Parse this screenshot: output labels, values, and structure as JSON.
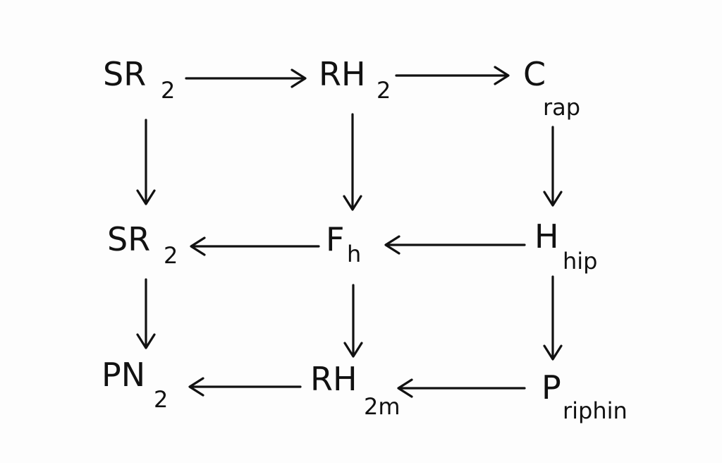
{
  "nodes": {
    "r1c1": {
      "main": "SR",
      "sub": "2"
    },
    "r1c2": {
      "main": "RH",
      "sub": "2"
    },
    "r1c3": {
      "main": "C",
      "sub": "rap"
    },
    "r2c1": {
      "main": "SR",
      "sub": "2"
    },
    "r2c2": {
      "main": "F",
      "sub": "h"
    },
    "r2c3": {
      "main": "H",
      "sub": "hip"
    },
    "r3c1": {
      "main": "PN",
      "sub": "2"
    },
    "r3c2": {
      "main": "RH",
      "sub": "2m"
    },
    "r3c3": {
      "main": "P",
      "sub": "riphin"
    }
  },
  "edges": [
    {
      "from": "r1c1",
      "to": "r1c2"
    },
    {
      "from": "r1c2",
      "to": "r1c3"
    },
    {
      "from": "r1c1",
      "to": "r2c1"
    },
    {
      "from": "r1c2",
      "to": "r2c2"
    },
    {
      "from": "r1c3",
      "to": "r2c3"
    },
    {
      "from": "r2c2",
      "to": "r2c1"
    },
    {
      "from": "r2c3",
      "to": "r2c2"
    },
    {
      "from": "r2c1",
      "to": "r3c1"
    },
    {
      "from": "r2c2",
      "to": "r3c2"
    },
    {
      "from": "r2c3",
      "to": "r3c3"
    },
    {
      "from": "r3c2",
      "to": "r3c1"
    },
    {
      "from": "r3c3",
      "to": "r3c2"
    }
  ]
}
